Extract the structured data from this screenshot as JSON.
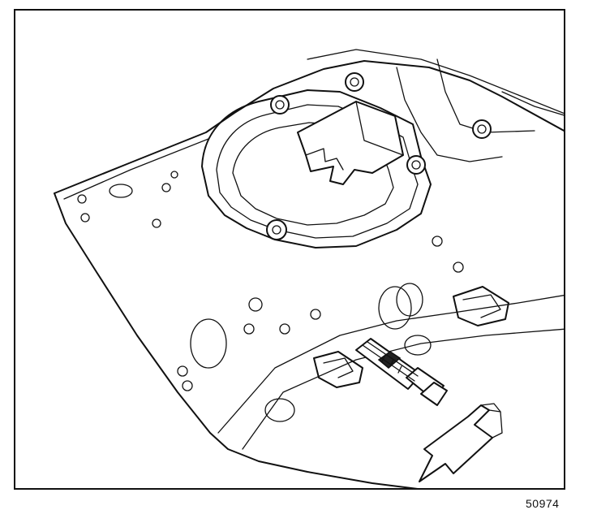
{
  "figure": {
    "id_label": "50974",
    "subject": "cylinder-head-with-sensor-removal",
    "arrow_direction": "down-left",
    "line_color": "#111111",
    "background_color": "#ffffff"
  }
}
